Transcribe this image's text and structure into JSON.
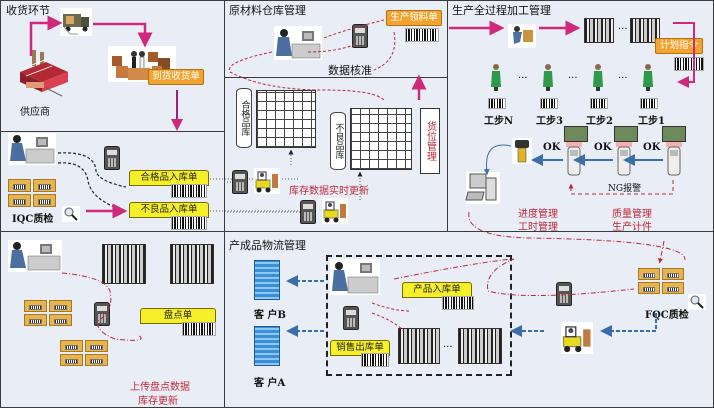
{
  "diagram": {
    "panels": {
      "receiving": {
        "title": "收货环节",
        "supplier_label": "供应商",
        "arrival_doc": "到货收货单"
      },
      "iqc": {
        "label": "IQC质检",
        "qualified_doc": "合格品入库单",
        "defective_doc": "不良品入库单"
      },
      "raw_warehouse": {
        "title": "原材料仓库管理",
        "material_request_doc": "生产领料单",
        "data_verification": "数据核准",
        "qualified_area": "合格品库",
        "defective_area": "不良品库",
        "location_mgmt": "货位管理",
        "realtime_update": "库存数据实时更新"
      },
      "production": {
        "title": "生产全过程加工管理",
        "plan_doc": "计划指令",
        "steps": [
          "工步N",
          "工步3",
          "工步2",
          "工步1"
        ],
        "ok_labels": [
          "OK",
          "OK",
          "OK"
        ],
        "ng_alarm": "NG报警",
        "progress_mgmt": "进度管理",
        "hours_mgmt": "工时管理",
        "quality_mgmt": "质量管理",
        "production_count": "生产计件",
        "ellipsis": "···"
      },
      "inventory": {
        "stocktake_doc": "盘点单",
        "upload_text": "上传盘点数据",
        "stock_update": "库存更新"
      },
      "finished_goods": {
        "title": "产成品物流管理",
        "customer_b": "客 户B",
        "customer_a": "客 户A",
        "product_in_doc": "产品入库单",
        "sales_out_doc": "销售出库单",
        "fqc_label": "FQC质检",
        "ellipsis": "···"
      }
    },
    "colors": {
      "flow_arrow": "#d0287a",
      "blue_arrow": "#3a6ea8",
      "red_text": "#c0283a",
      "doc_yellow": "#f6f02a",
      "doc_orange": "#f2a431",
      "panel_bg": "#e9eef6"
    }
  }
}
